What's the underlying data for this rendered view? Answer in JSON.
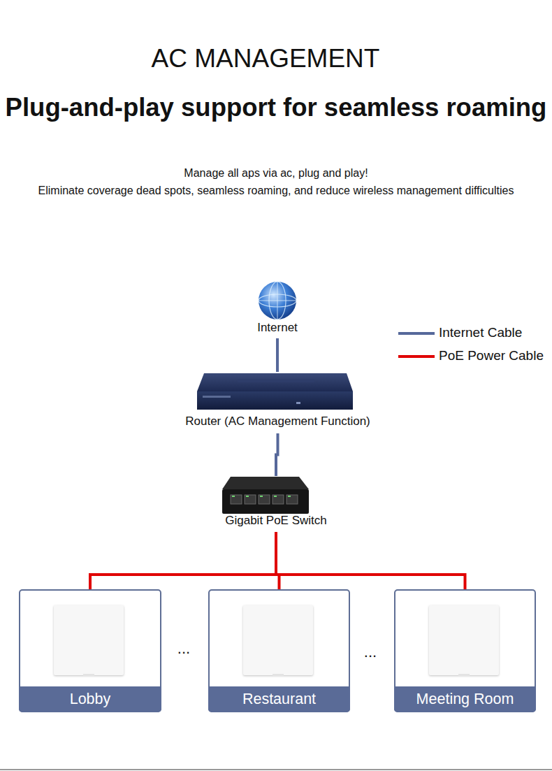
{
  "diagram": {
    "title": "AC MANAGEMENT",
    "nodes": [
      {
        "text": [
          "Internet"
        ]
      },
      {
        "text": [
          "Router (AC Management Function)"
        ]
      },
      {
        "text": [
          "Gigabit PoE Switch"
        ]
      },
      {
        "text": [
          "Lobby"
        ]
      },
      {
        "text": [
          "Restaurant"
        ]
      },
      {
        "text": [
          "Meeting Room"
        ]
      }
    ],
    "edges": [
      {
        "from": 0,
        "to": 1,
        "arrow": "none"
      },
      {
        "from": 1,
        "to": 2,
        "arrow": "none"
      },
      {
        "from": 2,
        "to": 3,
        "arrow": "none"
      },
      {
        "from": 2,
        "to": 4,
        "arrow": "none"
      },
      {
        "from": 2,
        "to": 5,
        "arrow": "none"
      }
    ],
    "labels": [
      "Plug-and-play support for seamless roaming",
      "Manage all aps via ac, plug and play!",
      "Eliminate coverage dead spots, seamless roaming, and reduce wireless management difficulties",
      "...",
      "..."
    ],
    "legend": [
      {
        "text": "Internet Cable",
        "color": "#56689a"
      },
      {
        "text": "PoE Power Cable",
        "color": "#e00000"
      }
    ]
  }
}
